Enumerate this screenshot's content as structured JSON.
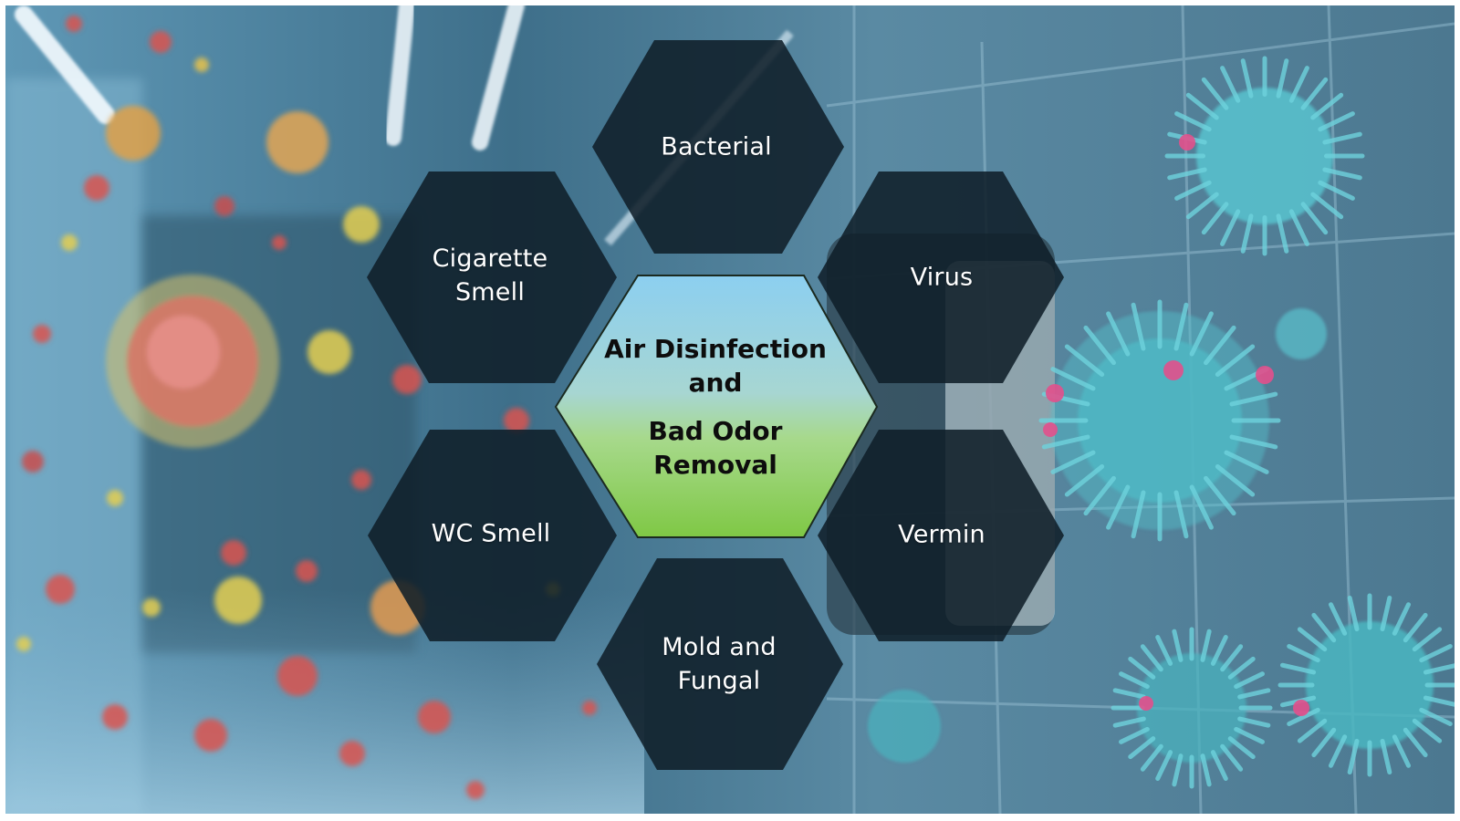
{
  "center": {
    "line1": "Air Disinfection",
    "line2": "and",
    "line3": "Bad Odor",
    "line4": "Removal"
  },
  "hexagons": {
    "bacterial": "Bacterial",
    "cigarette_line1": "Cigarette",
    "cigarette_line2": "Smell",
    "virus": "Virus",
    "wc": "WC Smell",
    "vermin": "Vermin",
    "mold_line1": "Mold and",
    "mold_line2": "Fungal"
  },
  "colors": {
    "hex_fill": "#0f1e28",
    "center_top": "#8fd0ee",
    "center_bottom": "#7cc94a",
    "background_left": "#4c87a6",
    "background_right": "#4f7f96"
  },
  "background": {
    "description_icon": "virus-particles-photo"
  }
}
